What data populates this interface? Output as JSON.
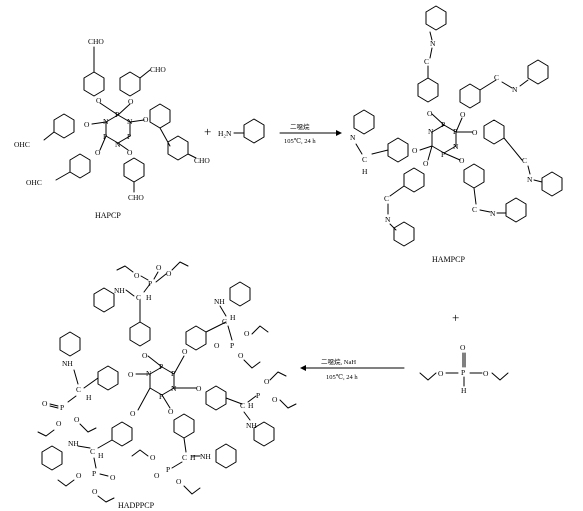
{
  "compounds": {
    "hapcp": "HAPCP",
    "hampcp": "HAMPCP",
    "hadppcp": "HADPPCP"
  },
  "reagents": {
    "aniline_nh2": "H₂N",
    "phosphite_p": "P",
    "phosphite_h": "H",
    "plus": "+"
  },
  "reaction1": {
    "solvent": "二噁烷",
    "conditions": "105℃, 24 h"
  },
  "reaction2": {
    "solvent": "二噁烷, NaH",
    "conditions": "105℃, 24 h"
  },
  "atoms": {
    "P": "P",
    "N": "N",
    "O": "O",
    "C": "C",
    "H": "H",
    "NH": "NH",
    "CHO": "CHO",
    "OHC": "OHC"
  }
}
